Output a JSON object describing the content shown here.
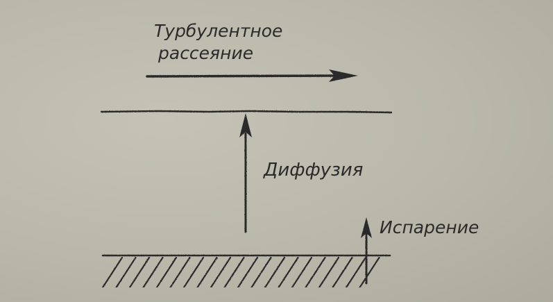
{
  "labels": {
    "turbulent_line1": "Турбулентное",
    "turbulent_line2": "рассеяние",
    "diffusion": "Диффузия",
    "evaporation": "Испарение"
  },
  "colors": {
    "paper": "#b9b8aa",
    "ink": "#2a2a2a"
  }
}
